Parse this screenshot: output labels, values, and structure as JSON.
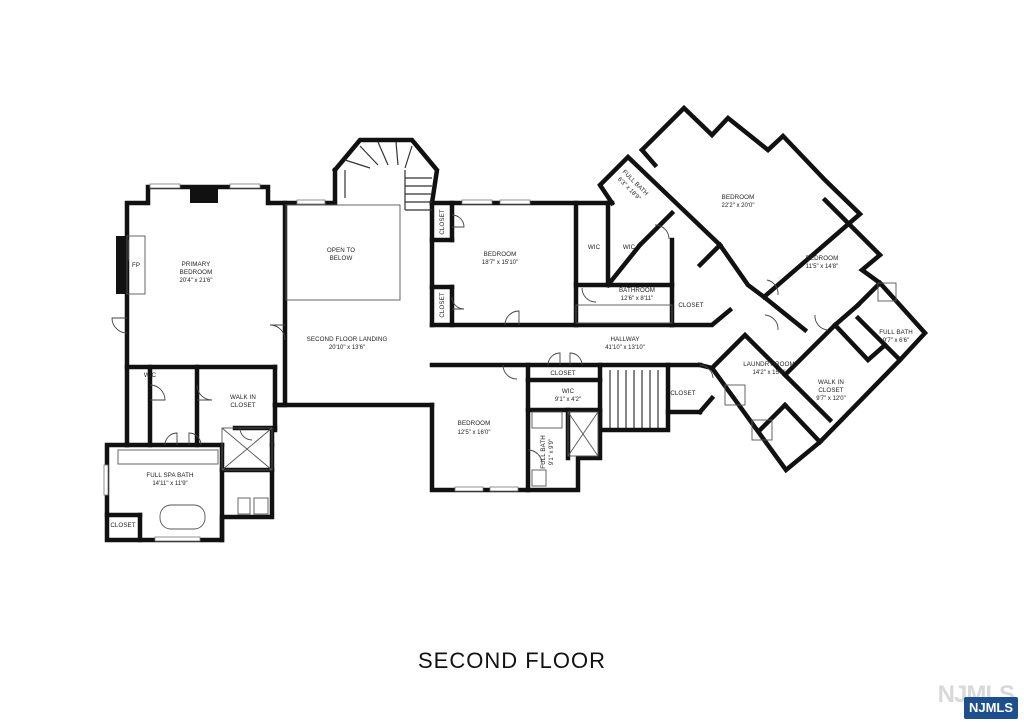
{
  "floor_title": "SECOND FLOOR",
  "badge": "NJMLS",
  "watermark": "NJMLS",
  "rooms": {
    "primary_bedroom": {
      "name": [
        "PRIMARY",
        "BEDROOM"
      ],
      "dims": "20'4\" x 21'6\""
    },
    "fireplace": "FP",
    "open_to_below": [
      "OPEN TO",
      "BELOW"
    ],
    "landing": {
      "name": "SECOND FLOOR LANDING",
      "dims": "20'10\" x 13'6\""
    },
    "wic_primary": "WIC",
    "walk_in_closet_primary": [
      "WALK IN",
      "CLOSET"
    ],
    "full_spa_bath": {
      "name": "FULL SPA BATH",
      "dims": "14'11\" x 11'9\""
    },
    "closet_spa": "CLOSET",
    "closet_upper": "CLOSET",
    "closet_lower": "CLOSET",
    "bedroom_center": {
      "name": "BEDROOM",
      "dims": "18'7\" x 15'10\""
    },
    "wic_a": "WIC",
    "wic_b": "WIC",
    "bathroom": {
      "name": "BATHROOM",
      "dims": "12'6\" x 8'11\""
    },
    "full_bath_top": {
      "name": "FULL BATH",
      "dims": "6'3\" x 18'9\""
    },
    "bedroom_top": {
      "name": "BEDROOM",
      "dims": "22'2\" x 20'0\""
    },
    "bedroom_right": {
      "name": "BEDROOM",
      "dims": "11'5\" x 14'8\""
    },
    "closet_hall": "CLOSET",
    "hallway": {
      "name": "HALLWAY",
      "dims": "41'10\" x 13'10\""
    },
    "full_bath_right": {
      "name": "FULL BATH",
      "dims": "9'7\" x 6'6\""
    },
    "laundry": {
      "name": "LAUNDRY ROOM",
      "dims": "14'2\" x 15'9\""
    },
    "walk_in_closet_right": {
      "name": [
        "WALK IN",
        "CLOSET"
      ],
      "dims": "9'7\" x 12'0\""
    },
    "closet_stair": "CLOSET",
    "closet_mid": "CLOSET",
    "wic_mid": {
      "name": "WIC",
      "dims": "9'1\" x 4'2\""
    },
    "bedroom_bottom": {
      "name": "BEDROOM",
      "dims": "12'5\" x 16'0\""
    },
    "full_bath_mid": {
      "name": "FULL BATH",
      "dims": "9'1\" x 9'9\""
    }
  }
}
